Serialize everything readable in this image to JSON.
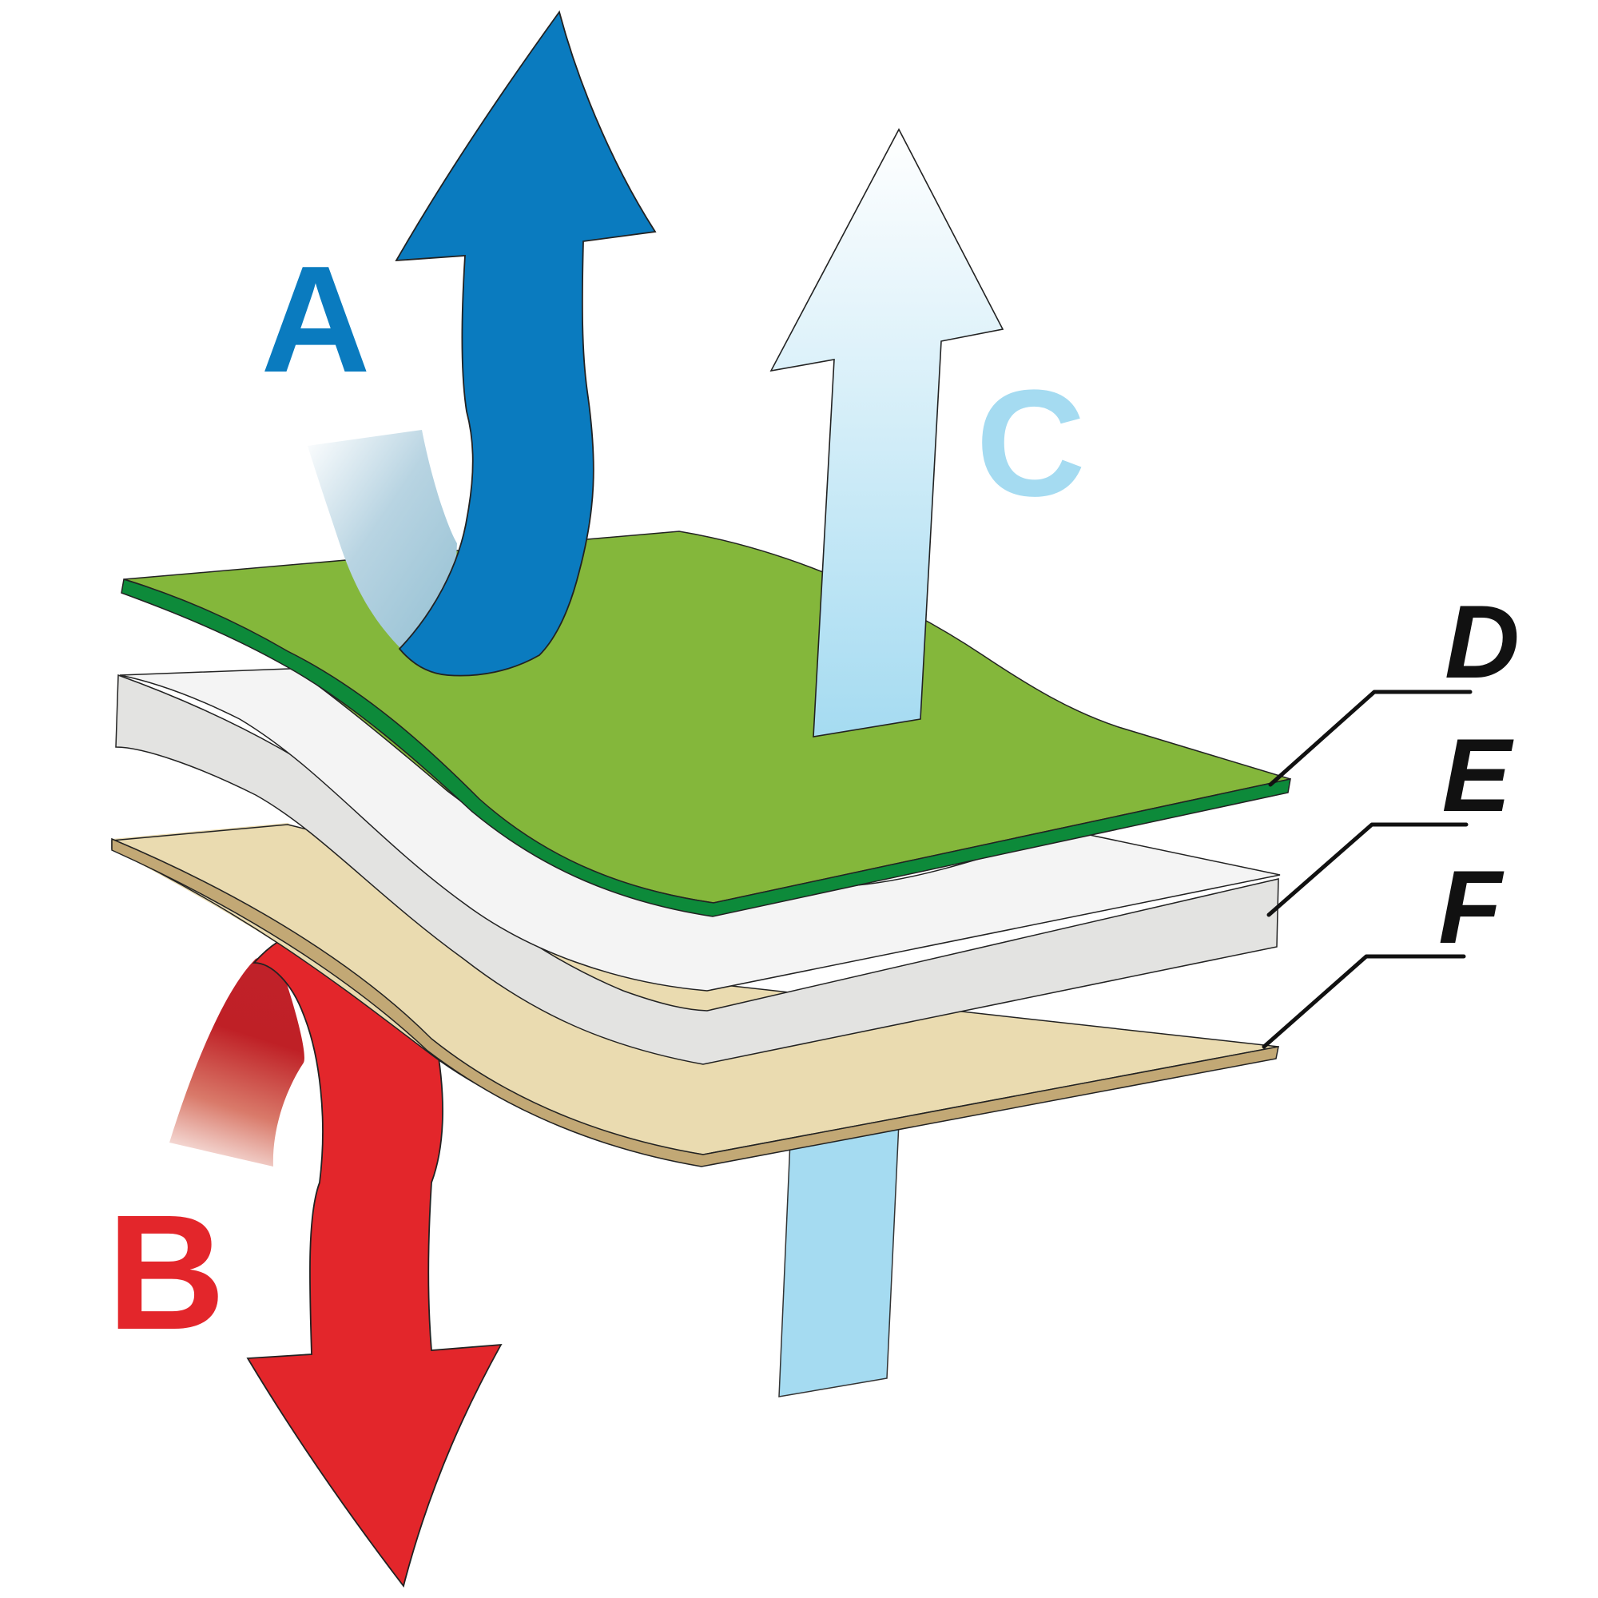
{
  "labels": {
    "A": "A",
    "B": "B",
    "C": "C",
    "D": "D",
    "E": "E",
    "F": "F"
  },
  "colors": {
    "arrow_a": "#0a7bbf",
    "arrow_b": "#e3262b",
    "arrow_c_light": "#a5dbf1",
    "layer_top": "#84b73b",
    "layer_top_edge": "#0d8a3a",
    "layer_middle": "#f4f4f4",
    "layer_middle_side": "#e3e3e1",
    "layer_bottom": "#eadbb0",
    "layer_bottom_edge": "#c2a875",
    "label_a": "#0a7bbf",
    "label_b": "#e3262b",
    "label_c": "#a5dbf1",
    "label_def": "#111111"
  }
}
